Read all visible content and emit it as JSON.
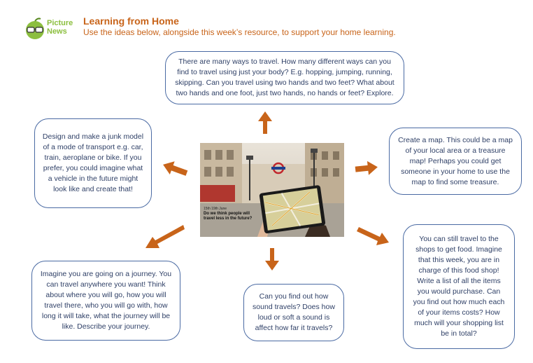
{
  "header": {
    "logo_line1": "Picture",
    "logo_line2": "News",
    "title": "Learning from Home",
    "subtitle": "Use the ideas below, alongside this week’s resource, to support your home learning."
  },
  "boxes": {
    "top": "There are many ways to travel. How many different ways can you find to travel using just your body? E.g. hopping, jumping, running, skipping. Can you travel using two hands and two feet? What about two hands and one foot, just two hands, no hands or feet? Explore.",
    "left": "Design and make a junk model of a mode of transport e.g. car, train, aeroplane or bike. If you prefer, you could imagine what a vehicle in the future might look like and create that!",
    "right": "Create a map. This could be a map of your local area or a treasure map! Perhaps you could get someone in your home to use the map to find some treasure.",
    "bottom_left": "Imagine you are going on a journey. You can travel anywhere you want! Think about where you will go, how you will travel there, who you will go with, how long it will take, what the journey will be like. Describe your journey.",
    "bottom_middle": "Can you find out how sound travels? Does how loud or soft a sound is affect how far it travels?",
    "bottom_right": "You can still travel to the shops to get food. Imagine that this week, you are in charge of this food shop! Write a list of all the items you would purchase. Can you find out how much each of your items costs? How much will your shopping list be in total?"
  },
  "photo": {
    "date": "15th 19th June",
    "question": "Do we think people will travel less in the future?"
  },
  "colors": {
    "accent": "#c8641a",
    "logo_green": "#8cbf3f",
    "box_border": "#4a6aa3",
    "box_text": "#2e3f66",
    "arrow": "#c8641a"
  }
}
